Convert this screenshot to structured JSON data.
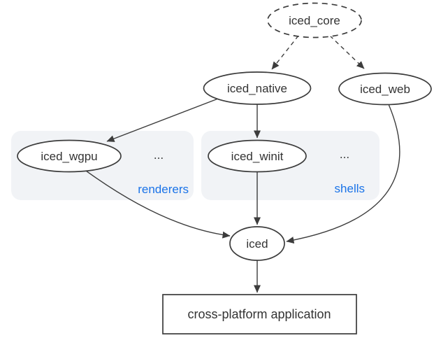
{
  "colors": {
    "stroke": "#3c3c3c",
    "text": "#333333",
    "accent": "#1a73e8",
    "group_bg": "#f1f3f6",
    "node_bg": "#ffffff",
    "canvas_bg": "#ffffff"
  },
  "nodes": {
    "iced_core": {
      "label": "iced_core",
      "border": "dashed"
    },
    "iced_native": {
      "label": "iced_native",
      "border": "solid"
    },
    "iced_web": {
      "label": "iced_web",
      "border": "solid"
    },
    "iced_wgpu": {
      "label": "iced_wgpu",
      "border": "solid"
    },
    "iced_winit": {
      "label": "iced_winit",
      "border": "solid"
    },
    "iced": {
      "label": "iced",
      "border": "solid"
    }
  },
  "groups": {
    "renderers": {
      "label": "renderers",
      "ellipsis": "...",
      "members": [
        "iced_wgpu"
      ]
    },
    "shells": {
      "label": "shells",
      "ellipsis": "...",
      "members": [
        "iced_winit"
      ]
    }
  },
  "app_box": {
    "label": "cross-platform application"
  },
  "edges": [
    {
      "from": "iced_core",
      "to": "iced_native",
      "style": "dashed"
    },
    {
      "from": "iced_core",
      "to": "iced_web",
      "style": "dashed"
    },
    {
      "from": "iced_native",
      "to": "iced_wgpu",
      "style": "solid"
    },
    {
      "from": "iced_native",
      "to": "iced_winit",
      "style": "solid"
    },
    {
      "from": "iced_wgpu",
      "to": "iced",
      "style": "solid"
    },
    {
      "from": "iced_winit",
      "to": "iced",
      "style": "solid"
    },
    {
      "from": "iced_web",
      "to": "iced",
      "style": "solid"
    },
    {
      "from": "iced",
      "to": "cross-platform application",
      "style": "solid"
    }
  ]
}
